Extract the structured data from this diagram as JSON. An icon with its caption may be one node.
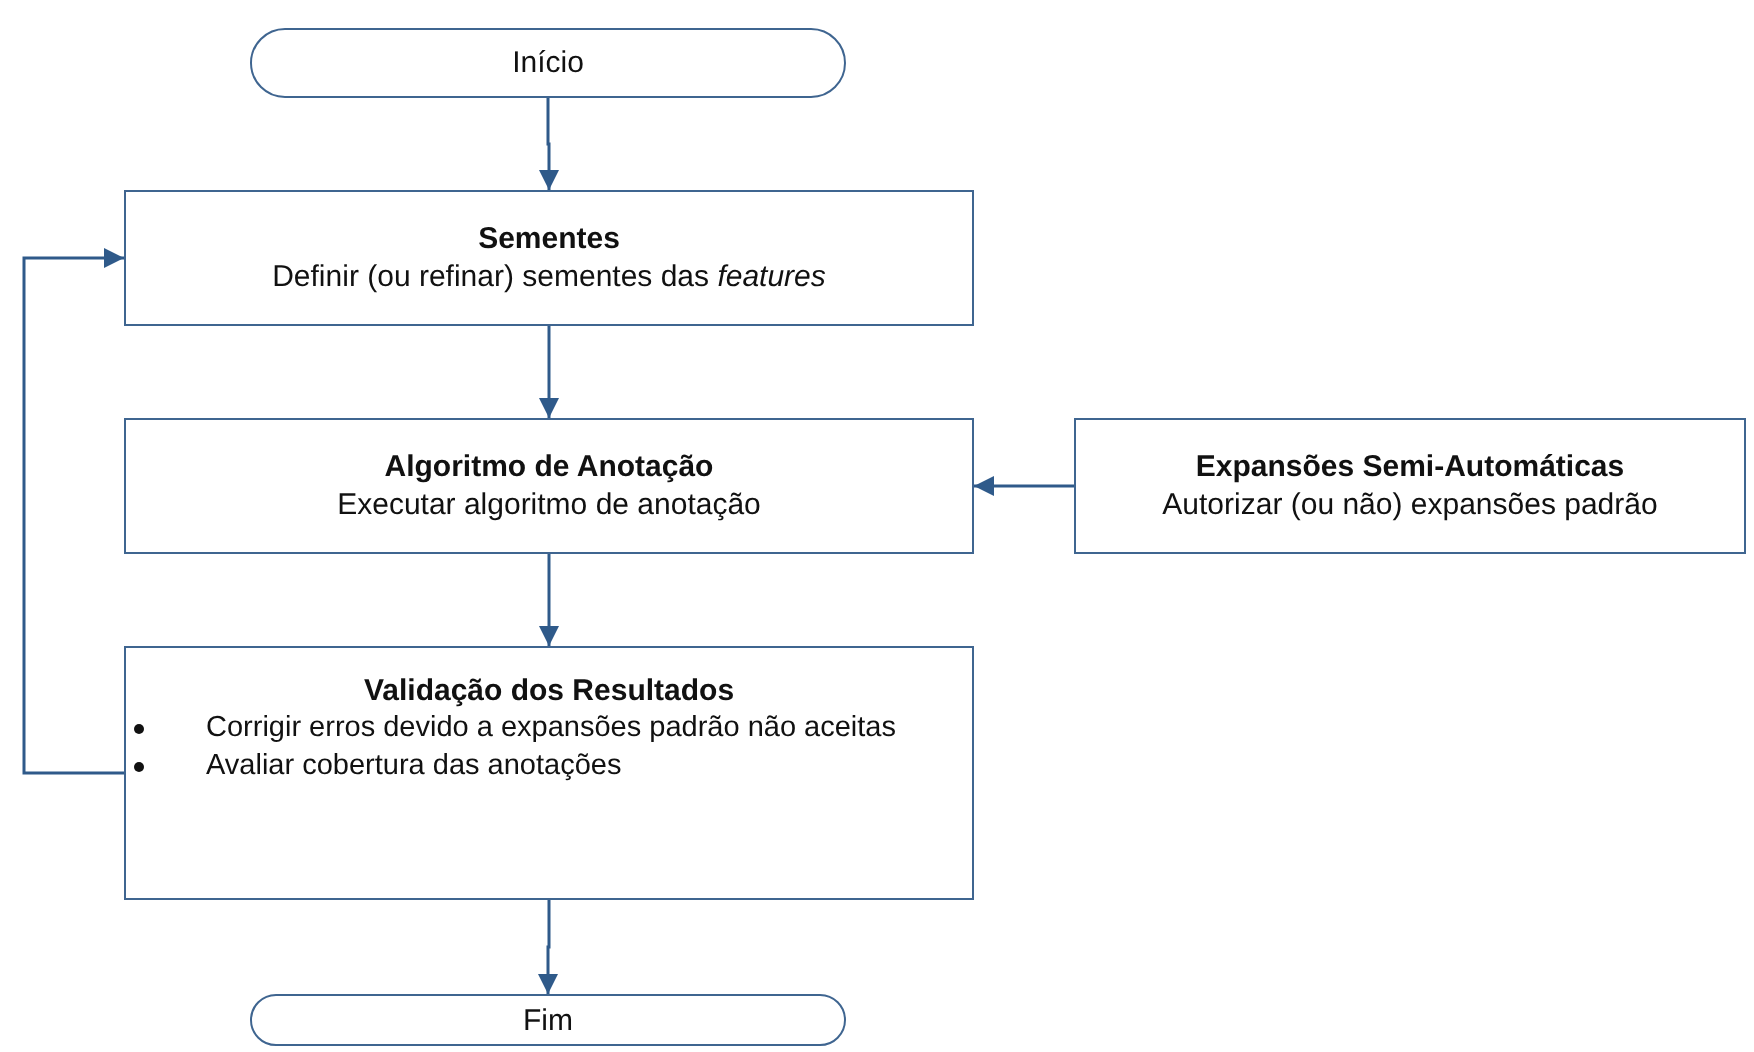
{
  "diagram": {
    "nodes": [
      {
        "text": [
          "Início"
        ]
      },
      {
        "text": [
          "Sementes",
          "Definir (ou refinar) sementes das *features*"
        ]
      },
      {
        "text": [
          "Algoritmo de Anotação",
          "Executar algoritmo de anotação"
        ]
      },
      {
        "text": [
          "Expansões Semi-Automáticas",
          "Autorizar (ou não) expansões padrão"
        ]
      },
      {
        "text": [
          "Validação dos Resultados",
          "Corrigir erros devido a expansões padrão não aceitas",
          "Avaliar cobertura das anotações"
        ]
      },
      {
        "text": [
          "Fim"
        ]
      }
    ],
    "edges": [
      {
        "from": 0,
        "to": 1,
        "arrow": "to"
      },
      {
        "from": 1,
        "to": 2,
        "arrow": "to"
      },
      {
        "from": 3,
        "to": 2,
        "arrow": "to"
      },
      {
        "from": 2,
        "to": 4,
        "arrow": "to"
      },
      {
        "from": 4,
        "to": 1,
        "arrow": "to"
      },
      {
        "from": 4,
        "to": 5,
        "arrow": "to"
      }
    ]
  }
}
